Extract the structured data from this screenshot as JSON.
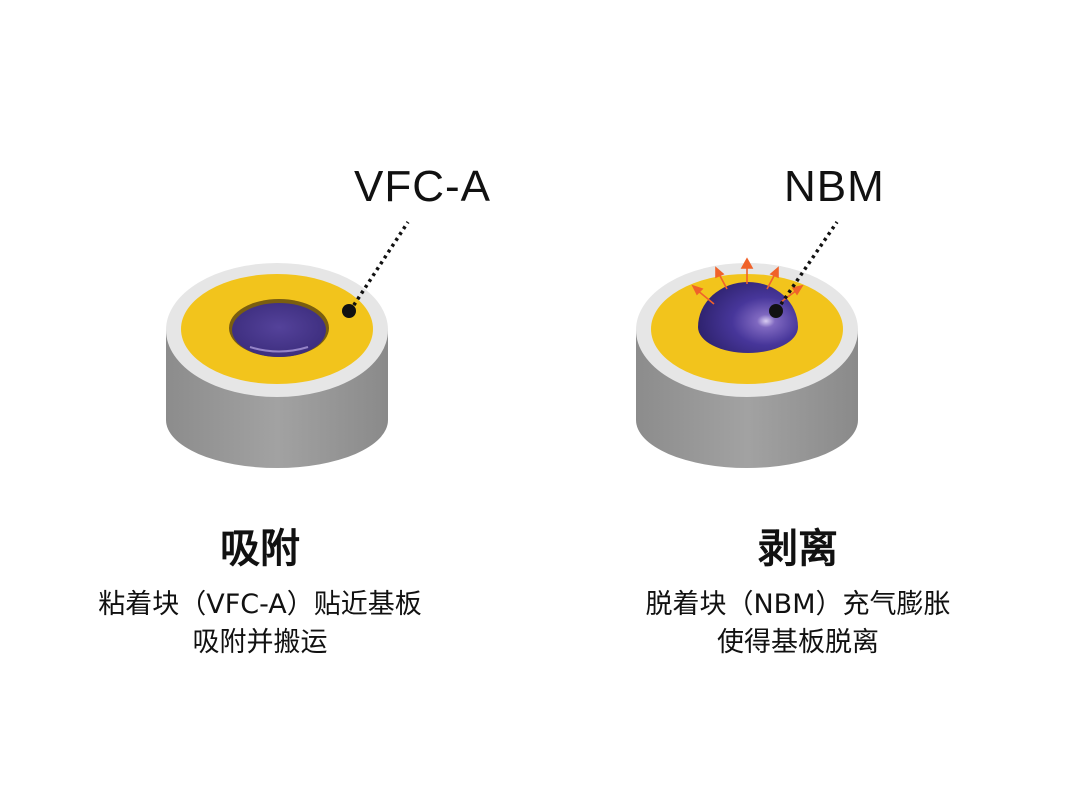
{
  "panels": [
    {
      "id": "adsorption",
      "callout_label": "VFC-A",
      "title": "吸附",
      "description_lines": [
        "粘着块（VFC-A）贴近基板",
        "吸附并搬运"
      ],
      "state": "flat",
      "colors": {
        "core": "#4b3a8f",
        "ring": "#f2c41c",
        "rim": "#e6e6e6",
        "side": "#9a9a9a"
      }
    },
    {
      "id": "peeling",
      "callout_label": "NBM",
      "title": "剥离",
      "description_lines": [
        "脱着块（NBM）充气膨胀",
        "使得基板脱离"
      ],
      "state": "inflated",
      "colors": {
        "core": "#3f2f86",
        "ring": "#f2c41c",
        "rim": "#e6e6e6",
        "side": "#9a9a9a",
        "arrows": "#f0622a"
      }
    }
  ]
}
